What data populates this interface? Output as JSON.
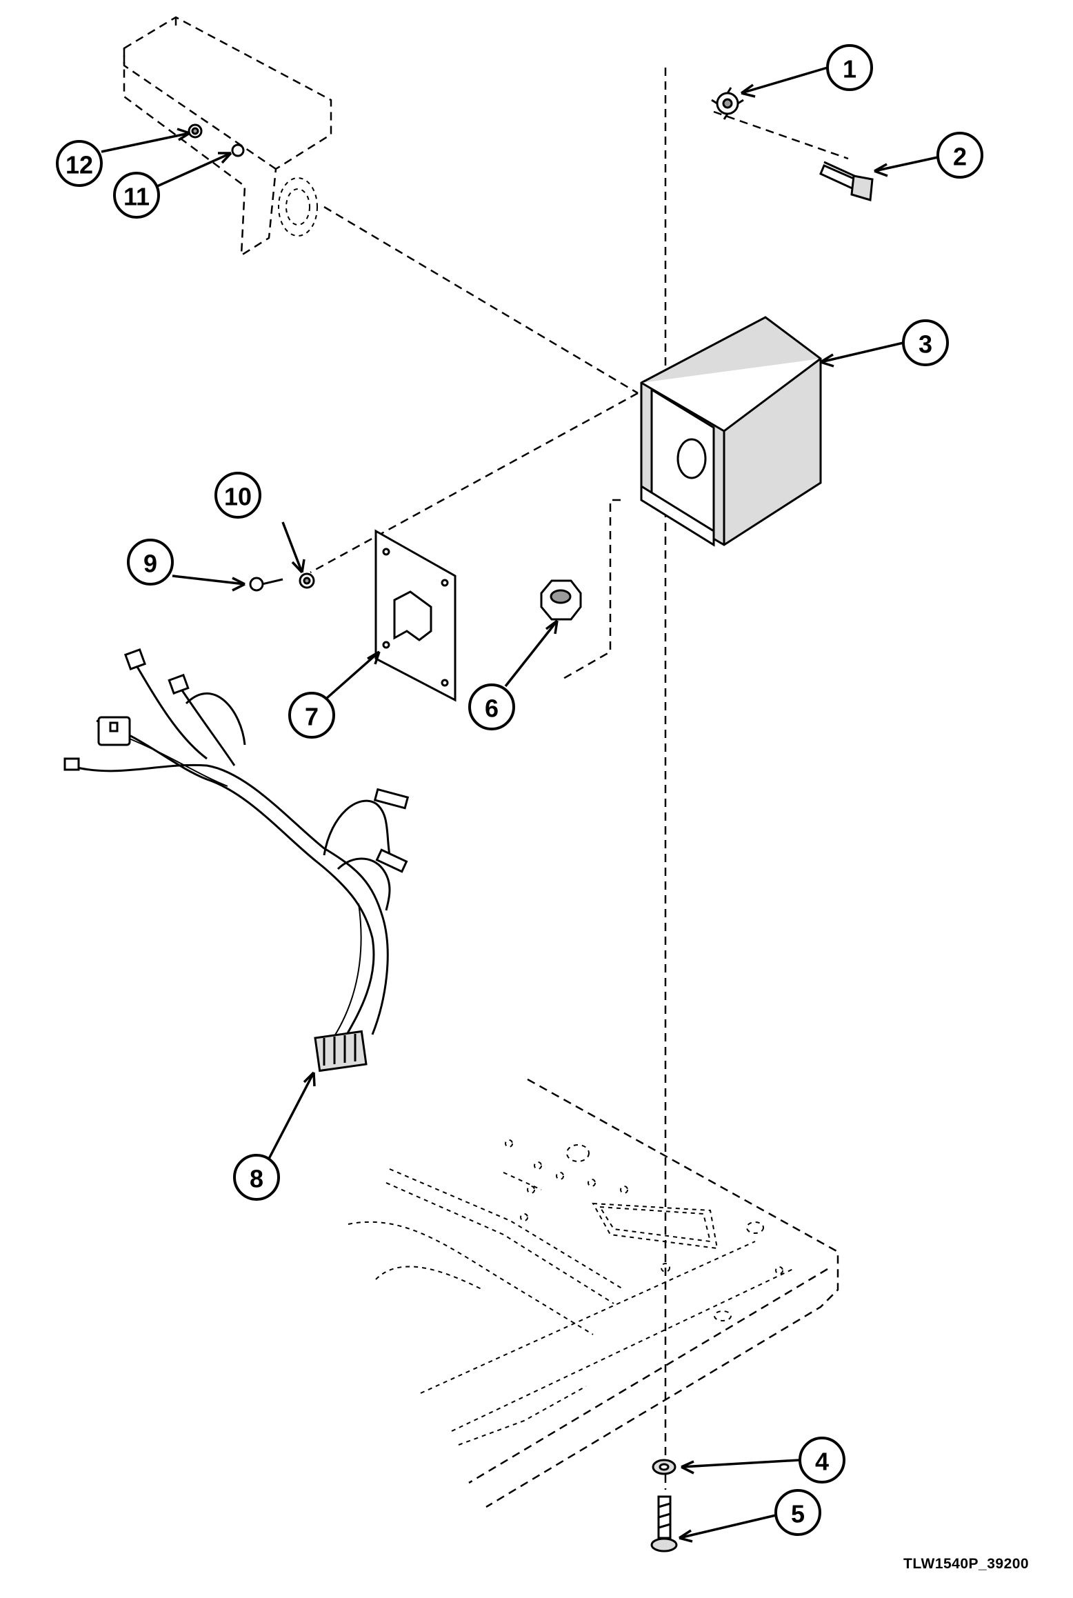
{
  "figure": {
    "id_label": "TLW1540P_39200"
  },
  "callouts": [
    {
      "number": "1",
      "part": "star-washer"
    },
    {
      "number": "2",
      "part": "cap-screw"
    },
    {
      "number": "3",
      "part": "junction-box"
    },
    {
      "number": "4",
      "part": "flat-washer"
    },
    {
      "number": "5",
      "part": "screw"
    },
    {
      "number": "6",
      "part": "hex-nut"
    },
    {
      "number": "7",
      "part": "mounting-plate"
    },
    {
      "number": "8",
      "part": "wiring-harness"
    },
    {
      "number": "9",
      "part": "screw"
    },
    {
      "number": "10",
      "part": "lock-washer"
    },
    {
      "number": "11",
      "part": "lock-washer"
    },
    {
      "number": "12",
      "part": "nut"
    }
  ],
  "colors": {
    "line": "#000000",
    "background": "#ffffff",
    "shade": "#dcdcdc"
  }
}
